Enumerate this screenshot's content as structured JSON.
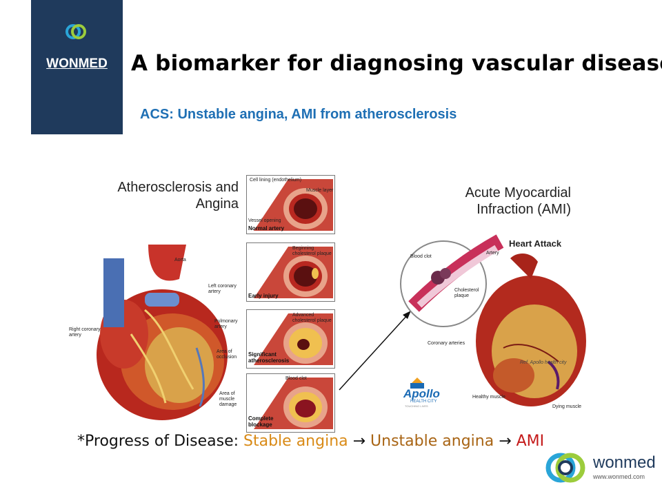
{
  "brand": {
    "name": "WONMED"
  },
  "slide": {
    "title": "A biomarker for diagnosing vascular diseases",
    "subtitle": "ACS: Unstable angina, AMI from atherosclerosis"
  },
  "left_figure": {
    "title_line1": "Atherosclerosis and",
    "title_line2": "Angina",
    "labels": {
      "aorta": "Aorta",
      "left_coronary": "Left coronary artery",
      "pulmonary": "Pulmonary artery",
      "right_coronary": "Right coronary artery",
      "area_occlusion": "Area of occlusion",
      "area_damage": "Area of muscle damage"
    },
    "panels": [
      {
        "caption": "Normal artery",
        "note1": "Cell lining (endothelium)",
        "note2": "Muscle layer",
        "note3": "Vessel opening"
      },
      {
        "caption": "Early injury",
        "note1": "Beginning cholesterol plaque"
      },
      {
        "caption": "Significant atherosclerosis",
        "note1": "Advanced cholesterol plaque"
      },
      {
        "caption": "Complete blockage",
        "note1": "Blood clot"
      }
    ]
  },
  "right_figure": {
    "title_line1": "Acute Myocardial",
    "title_line2": "Infraction (AMI)",
    "heart_attack": "Heart Attack",
    "labels": {
      "blood_clot": "Blood clot",
      "artery": "Artery",
      "cholesterol": "Cholesterol plaque",
      "coronary": "Coronary arteries",
      "healthy": "Healthy muscle",
      "dying": "Dying muscle",
      "ref": "Ref. Apollo health city"
    },
    "apollo_line1": "Apollo",
    "apollo_line2": "HEALTH CITY",
    "apollo_line3": "TOUCHING LIVES"
  },
  "progress": {
    "prefix": "*Progress of Disease: ",
    "stage1": "Stable angina",
    "arrow": " → ",
    "stage2": "Unstable angina",
    "stage3": "AMI"
  },
  "footer": {
    "logo": "wonmed",
    "url": "www.wonmed.com"
  }
}
